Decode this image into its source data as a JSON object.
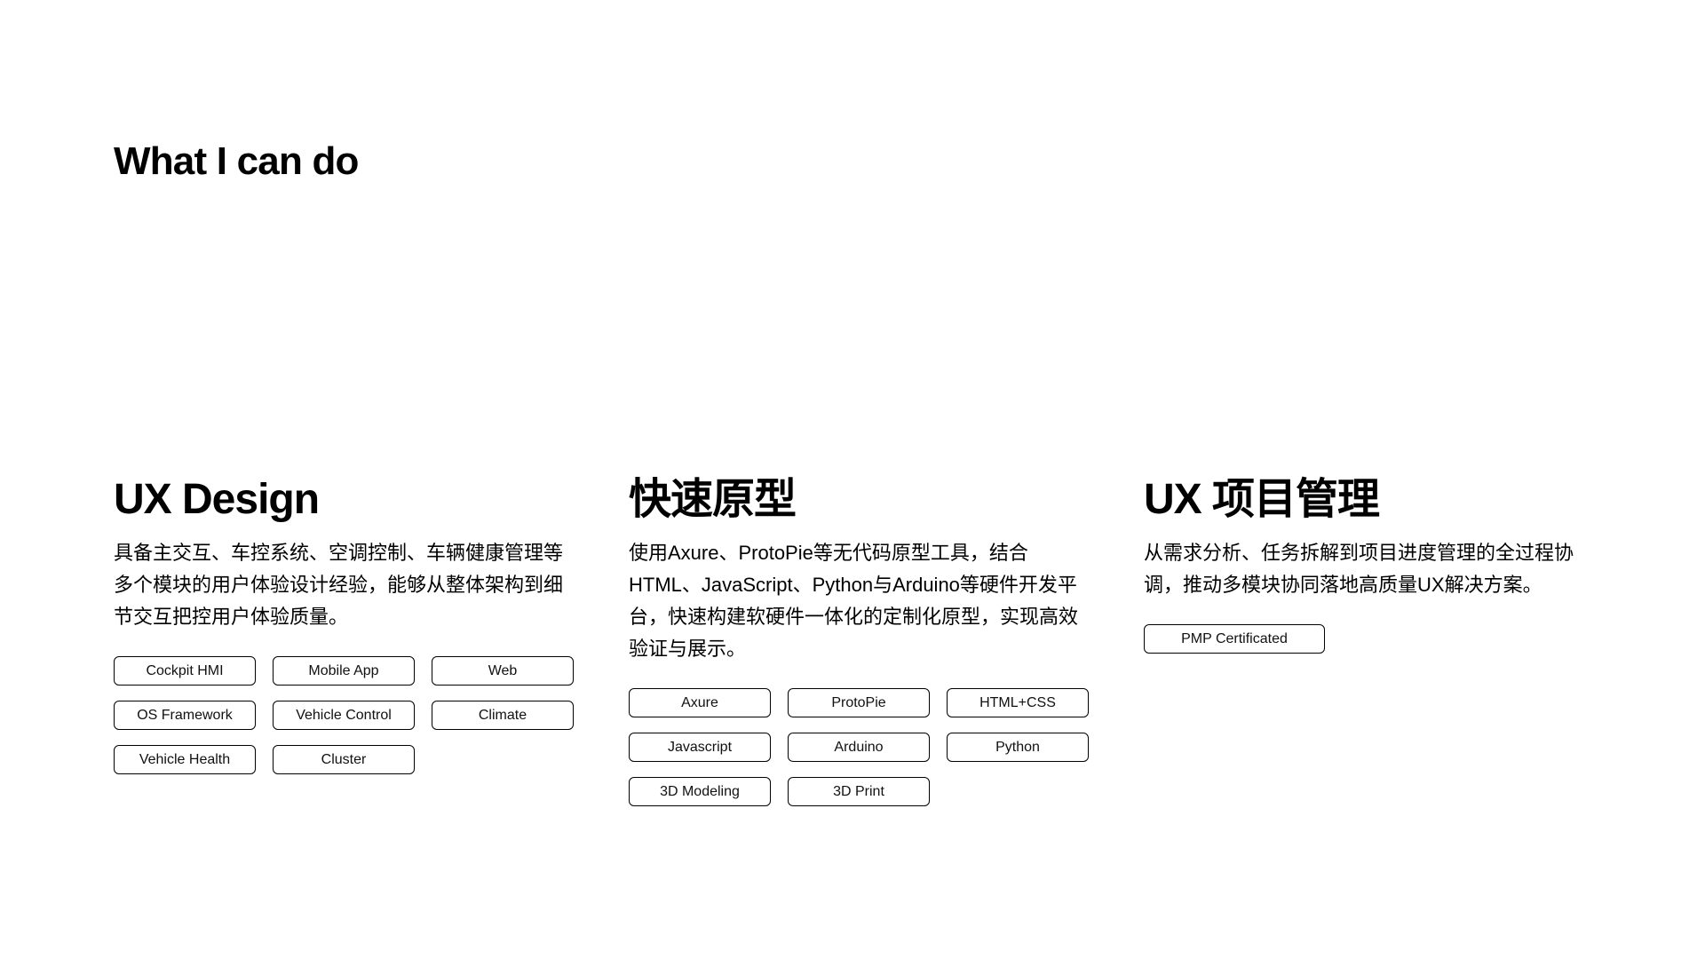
{
  "section": {
    "title": "What I can do"
  },
  "columns": [
    {
      "heading": "UX Design",
      "body": "具备主交互、车控系统、空调控制、车辆健康管理等多个模块的用户体验设计经验，能够从整体架构到细节交互把控用户体验质量。",
      "tags": [
        "Cockpit HMI",
        "Mobile App",
        "Web",
        "OS Framework",
        "Vehicle Control",
        "Climate",
        "Vehicle Health",
        "Cluster"
      ]
    },
    {
      "heading": "快速原型",
      "body": "使用Axure、ProtoPie等无代码原型工具，结合HTML、JavaScript、Python与Arduino等硬件开发平台，快速构建软硬件一体化的定制化原型，实现高效验证与展示。",
      "tags": [
        "Axure",
        "ProtoPie",
        "HTML+CSS",
        "Javascript",
        "Arduino",
        "Python",
        "3D Modeling",
        "3D Print"
      ]
    },
    {
      "heading": "UX 项目管理",
      "body": "从需求分析、任务拆解到项目进度管理的全过程协调，推动多模块协同落地高质量UX解决方案。",
      "tags": [
        "PMP Certificated"
      ]
    }
  ],
  "colors": {
    "background": "#ffffff",
    "text": "#000000",
    "chip_border": "#000000",
    "chip_background": "#ffffff"
  }
}
